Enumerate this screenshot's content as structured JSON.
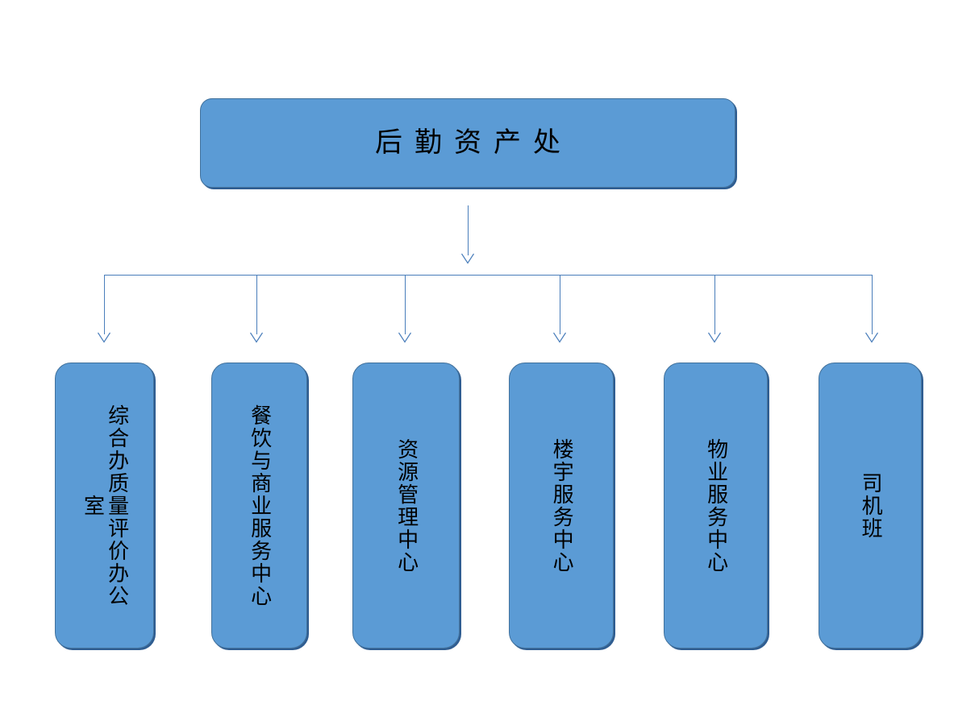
{
  "diagram": {
    "title_text": "后勤资产处",
    "type": "organizational-chart",
    "colors": {
      "node_fill": "#5B9BD5",
      "node_border": "#41719C",
      "node_shadow": "#2F5D91",
      "connector": "#4A7EBB",
      "text": "#000000",
      "background": "#FFFFFF"
    },
    "root": {
      "label": "后勤资产处"
    },
    "children": [
      {
        "label": "综合办质量评价办公室"
      },
      {
        "label": "餐饮与商业服务中心"
      },
      {
        "label": "资源管理中心"
      },
      {
        "label": "楼宇服务中心"
      },
      {
        "label": "物业服务中心"
      },
      {
        "label": "司机班"
      }
    ],
    "connectors": {
      "stem_arrow": "down-arrow-icon",
      "branch_arrows": [
        "down-arrow-icon",
        "down-arrow-icon",
        "down-arrow-icon",
        "down-arrow-icon",
        "down-arrow-icon",
        "down-arrow-icon"
      ]
    }
  }
}
